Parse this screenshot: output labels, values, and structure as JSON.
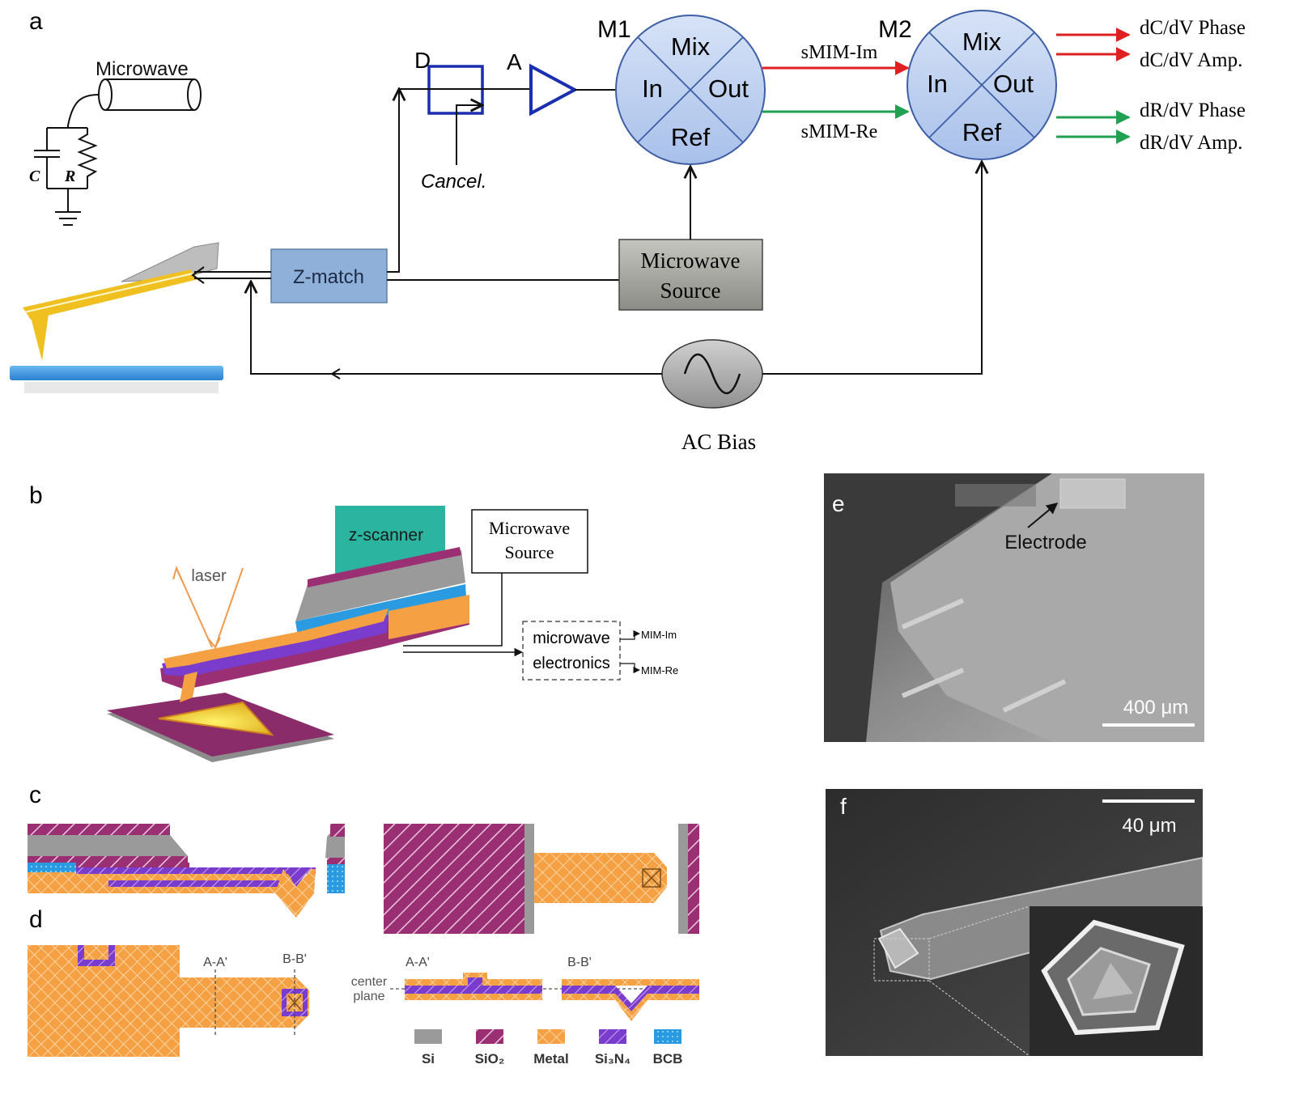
{
  "panels": {
    "a": "a",
    "b": "b",
    "c": "c",
    "d": "d",
    "e": "e",
    "f": "f"
  },
  "panel_a": {
    "microwave_label": "Microwave",
    "capacitor_label": "C",
    "resistor_label": "R",
    "d_label": "D",
    "a_label": "A",
    "cancel_label": "Cancel.",
    "zmatch_label": "Z-match",
    "source_line1": "Microwave",
    "source_line2": "Source",
    "ac_bias_label": "AC Bias",
    "m1_label": "M1",
    "m2_label": "M2",
    "mixer": {
      "mix": "Mix",
      "in": "In",
      "out": "Out",
      "ref": "Ref"
    },
    "sig_im": "sMIM-Im",
    "sig_re": "sMIM-Re",
    "outputs": [
      "dC/dV Phase",
      "dC/dV Amp.",
      "dR/dV Phase",
      "dR/dV Amp."
    ]
  },
  "panel_b": {
    "zscanner_label": "z-scanner",
    "laser_label": "laser",
    "source_line1": "Microwave",
    "source_line2": "Source",
    "electronics_line1": "microwave",
    "electronics_line2": "electronics",
    "mim_im": "MIM-Im",
    "mim_re": "MIM-Re"
  },
  "panel_d": {
    "aa_label": "A-A'",
    "bb_label": "B-B'",
    "center_line1": "center",
    "center_line2": "plane"
  },
  "legend": [
    {
      "key": "si",
      "label": "Si"
    },
    {
      "key": "sio2",
      "label": "SiO₂"
    },
    {
      "key": "metal",
      "label": "Metal"
    },
    {
      "key": "si3n4",
      "label": "Si₃N₄"
    },
    {
      "key": "bcb",
      "label": "BCB"
    }
  ],
  "panel_e": {
    "electrode_label": "Electrode",
    "scale_label": "400 μm"
  },
  "panel_f": {
    "scale_label": "40 μm"
  },
  "colors": {
    "im_arrow": "#e02020",
    "re_arrow": "#20a050",
    "mixer_fill": "#bcd0f0",
    "zmatch_fill": "#8fb0d8",
    "source_fill": "#a8a8a0",
    "metal": "#f5a043",
    "sio2": "#9b2f74",
    "si3n4": "#7a3ccc",
    "bcb": "#2a9be0",
    "si": "#9a9a9a",
    "zscanner": "#2bb5a0"
  }
}
